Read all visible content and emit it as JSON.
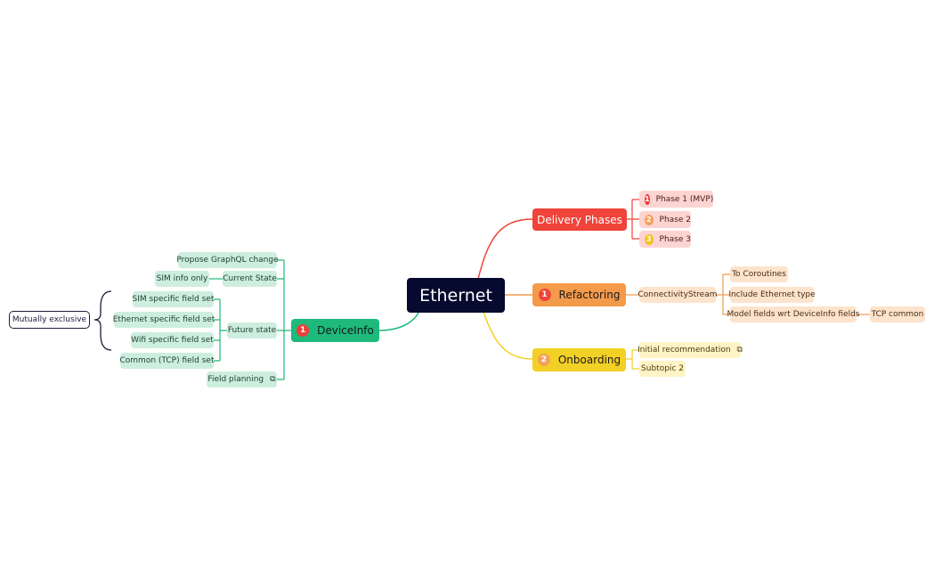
{
  "root": {
    "label": "Ethernet"
  },
  "delivery": {
    "label": "Delivery Phases",
    "children": [
      {
        "badge": "1",
        "label": "Phase 1 (MVP)"
      },
      {
        "badge": "2",
        "label": "Phase 2"
      },
      {
        "badge": "3",
        "label": "Phase 3"
      }
    ]
  },
  "refactoring": {
    "badge": "1",
    "label": "Refactoring",
    "stream": "ConnectivityStream",
    "children": [
      {
        "label": "To Coroutines"
      },
      {
        "label": "Include Ethernet type"
      },
      {
        "label": "Model fields wrt DeviceInfo fields"
      }
    ],
    "tcp": "TCP common"
  },
  "onboarding": {
    "badge": "2",
    "label": "Onboarding",
    "children": [
      {
        "label": "Initial recommendation"
      },
      {
        "label": "Subtopic 2"
      }
    ]
  },
  "deviceinfo": {
    "badge": "1",
    "label": "DeviceInfo",
    "graphql": "Propose GraphQL change",
    "current_state": "Current State",
    "sim_info": "SIM info only",
    "future_state": "Future state",
    "future_children": [
      {
        "label": "SIM specific field set"
      },
      {
        "label": "Ethernet specific field set"
      },
      {
        "label": "Wifi specific field set"
      },
      {
        "label": "Common (TCP) field set"
      }
    ],
    "field_planning": "Field planning",
    "boundary": "Mutually exclusive"
  },
  "icons": {
    "link": "external-link-icon"
  },
  "colors": {
    "root": "#050a2e",
    "red": "#f0433a",
    "orange": "#f49a4b",
    "yellow": "#f2d026",
    "green": "#1fb97c"
  }
}
